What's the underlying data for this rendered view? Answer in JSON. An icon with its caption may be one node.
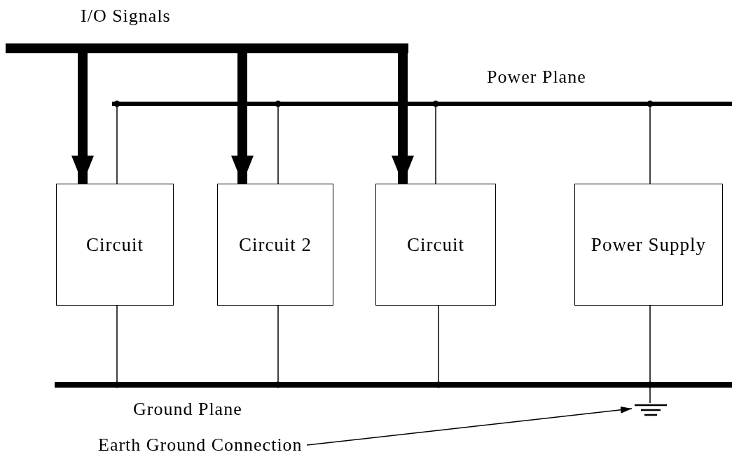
{
  "diagram": {
    "nodes": [
      {
        "text": [
          "I/O Signals"
        ]
      },
      {
        "text": [
          "Power Plane"
        ]
      },
      {
        "text": [
          "Circuit"
        ]
      },
      {
        "text": [
          "Circuit 2"
        ]
      },
      {
        "text": [
          "Circuit"
        ]
      },
      {
        "text": [
          "Power Supply"
        ]
      },
      {
        "text": [
          "Ground Plane"
        ]
      },
      {
        "text": [],
        "shape": "symbol"
      },
      {
        "text": [
          "Earth Ground Connection"
        ]
      }
    ],
    "edges": [
      {
        "from": 0,
        "to": 2,
        "arrow": "to",
        "style": "thick"
      },
      {
        "from": 0,
        "to": 3,
        "arrow": "to",
        "style": "thick"
      },
      {
        "from": 0,
        "to": 4,
        "arrow": "to",
        "style": "thick"
      },
      {
        "from": 1,
        "to": 2,
        "arrow": "other"
      },
      {
        "from": 1,
        "to": 3,
        "arrow": "other"
      },
      {
        "from": 1,
        "to": 4,
        "arrow": "other"
      },
      {
        "from": 1,
        "to": 5,
        "arrow": "other"
      },
      {
        "from": 2,
        "to": 6,
        "arrow": "other"
      },
      {
        "from": 3,
        "to": 6,
        "arrow": "other"
      },
      {
        "from": 4,
        "to": 6,
        "arrow": "other"
      },
      {
        "from": 5,
        "to": 6,
        "arrow": "other"
      },
      {
        "from": 6,
        "to": 7,
        "arrow": "none"
      },
      {
        "from": 8,
        "to": 7,
        "arrow": "to"
      }
    ]
  }
}
